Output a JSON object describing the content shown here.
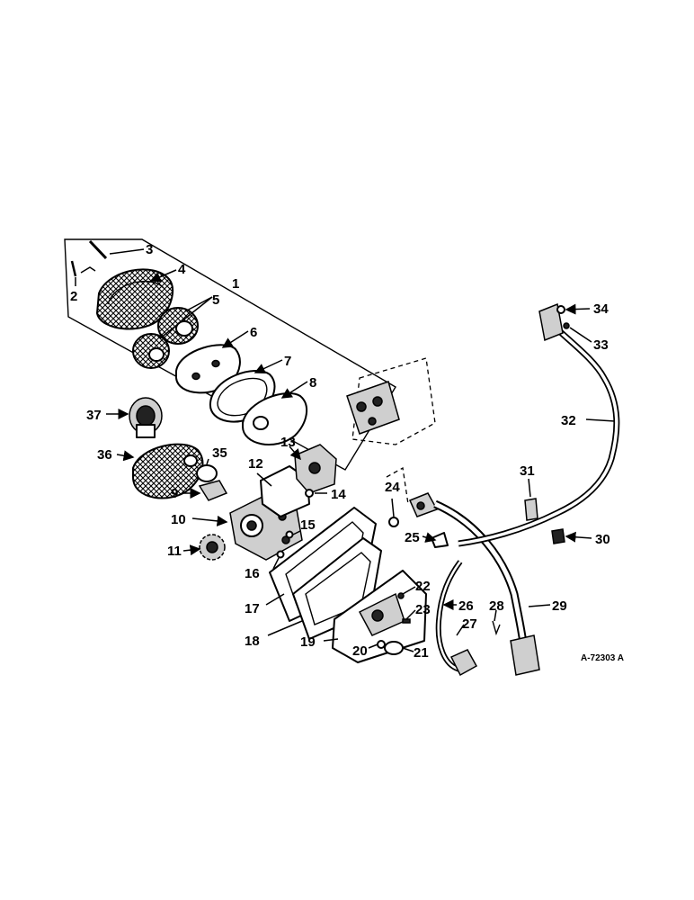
{
  "callouts": [
    "1",
    "2",
    "3",
    "4",
    "5",
    "6",
    "7",
    "8",
    "9",
    "10",
    "11",
    "12",
    "13",
    "14",
    "15",
    "16",
    "17",
    "18",
    "19",
    "20",
    "21",
    "22",
    "23",
    "24",
    "25",
    "26",
    "27",
    "28",
    "29",
    "30",
    "31",
    "32",
    "33",
    "34",
    "35",
    "36",
    "37"
  ],
  "reference_code": "A-72303 A",
  "colors": {
    "ink": "#000000",
    "paper": "#ffffff"
  }
}
